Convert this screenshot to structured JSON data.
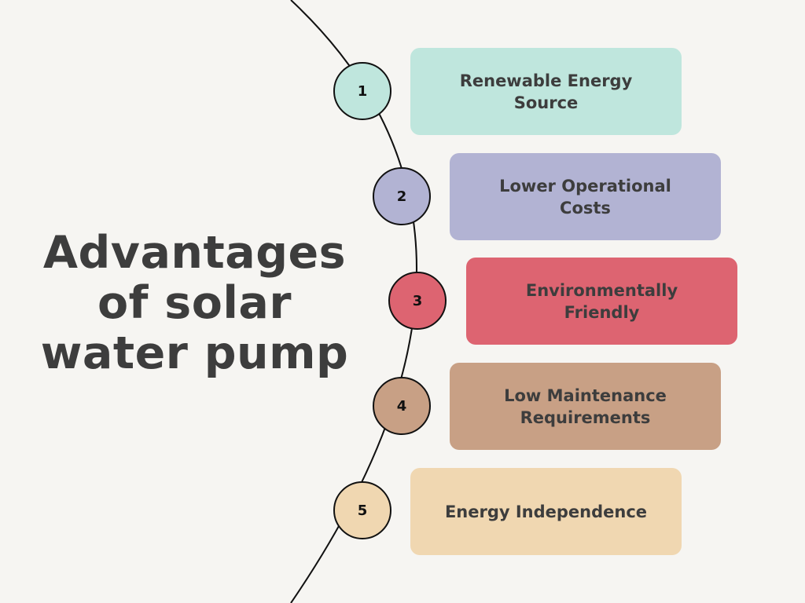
{
  "title": {
    "line1": "Advantages",
    "line2": "of solar",
    "line3": "water pump"
  },
  "items": [
    {
      "number": "1",
      "line1": "Renewable Energy",
      "line2": "Source",
      "color": "#bfe6dd"
    },
    {
      "number": "2",
      "line1": "Lower Operational",
      "line2": "Costs",
      "color": "#b2b3d3"
    },
    {
      "number": "3",
      "line1": "Environmentally",
      "line2": "Friendly",
      "color": "#dd6471"
    },
    {
      "number": "4",
      "line1": "Low Maintenance",
      "line2": "Requirements",
      "color": "#c8a085"
    },
    {
      "number": "5",
      "line1": "Energy Independence",
      "line2": "",
      "color": "#f0d7b1"
    }
  ],
  "colors": {
    "background": "#f6f5f2",
    "text": "#3d3d3d",
    "outline": "#111111"
  }
}
